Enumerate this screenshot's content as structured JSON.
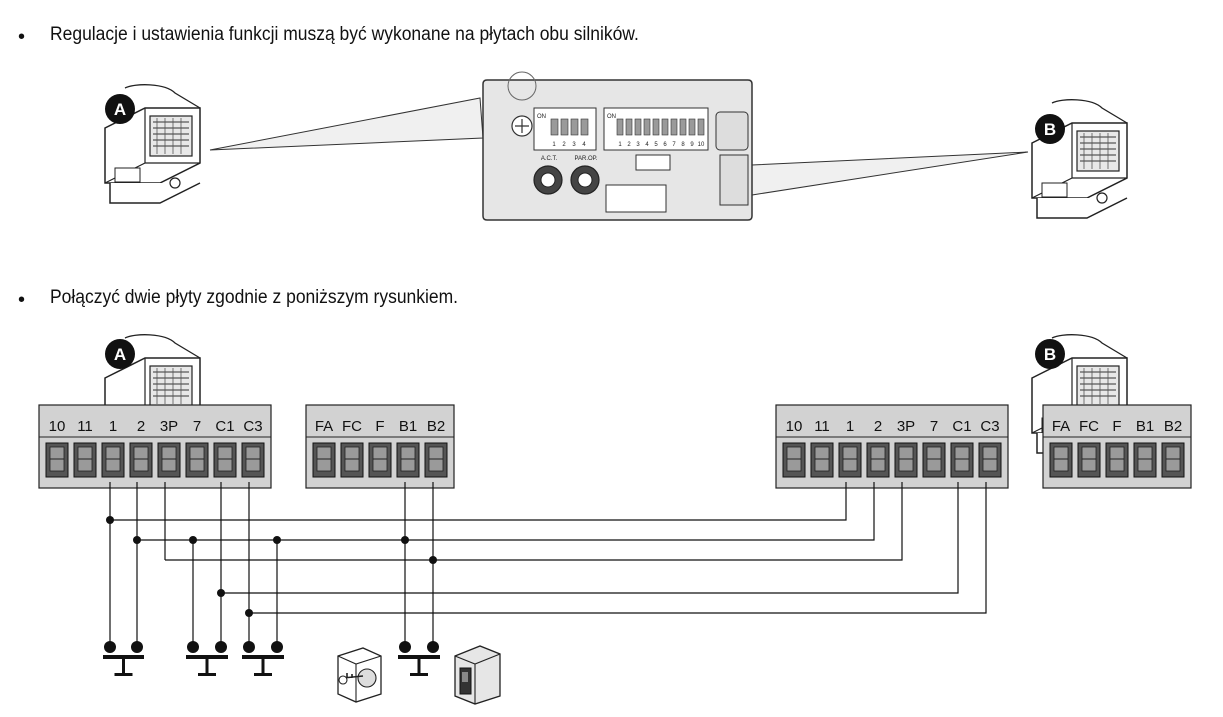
{
  "instructions": {
    "line1": "Regulacje i ustawienia funkcji muszą być wykonane na płytach obu silników.",
    "line2": "Połączyć dwie płyty zgodnie z poniższym rysunkiem."
  },
  "badges": {
    "a": "A",
    "b": "B"
  },
  "board": {
    "dip1_on": "ON",
    "dip1_numbers": [
      "1",
      "2",
      "3",
      "4"
    ],
    "dip2_on": "ON",
    "dip2_numbers": [
      "1",
      "2",
      "3",
      "4",
      "5",
      "6",
      "7",
      "8",
      "9",
      "10"
    ],
    "pot1_label": "A.C.T.",
    "pot2_label": "PAR.OP."
  },
  "terminals": {
    "a_main": [
      "10",
      "11",
      "1",
      "2",
      "3P",
      "7",
      "C1",
      "C3"
    ],
    "a_aux": [
      "FA",
      "FC",
      "F",
      "B1",
      "B2"
    ],
    "b_main": [
      "10",
      "11",
      "1",
      "2",
      "3P",
      "7",
      "C1",
      "C3"
    ],
    "b_aux": [
      "FA",
      "FC",
      "F",
      "B1",
      "B2"
    ]
  },
  "colors": {
    "terminal_block": "#d2d2d2",
    "screw": "#555555",
    "wire": "#111111",
    "badge": "#111111"
  },
  "icons": [
    "motor-a-icon",
    "motor-b-icon",
    "key-selector-icon",
    "pushbutton-icon",
    "rocker-switch-icon"
  ]
}
